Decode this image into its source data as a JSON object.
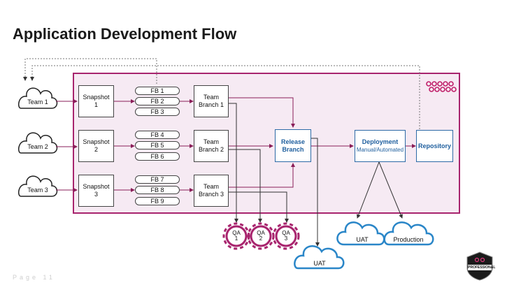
{
  "title": "Application Development Flow",
  "teams": [
    "Team 1",
    "Team 2",
    "Team 3"
  ],
  "snapshots": [
    {
      "line1": "Snapshot",
      "line2": "1"
    },
    {
      "line1": "Snapshot",
      "line2": "2"
    },
    {
      "line1": "Snapshot",
      "line2": "3"
    }
  ],
  "feature_branches": [
    [
      "FB 1",
      "FB 2",
      "FB 3"
    ],
    [
      "FB 4",
      "FB 5",
      "FB 6"
    ],
    [
      "FB 7",
      "FB 8",
      "FB 9"
    ]
  ],
  "team_branches": [
    {
      "line1": "Team",
      "line2": "Branch 1"
    },
    {
      "line1": "Team",
      "line2": "Branch 2"
    },
    {
      "line1": "Team",
      "line2": "Branch 3"
    }
  ],
  "release": {
    "line1": "Release",
    "line2": "Branch"
  },
  "deployment": {
    "title": "Deployment",
    "subtitle": "Manual/Automated"
  },
  "repository": "Repository",
  "qa": [
    {
      "line1": "QA",
      "line2": "1"
    },
    {
      "line1": "QA",
      "line2": "2"
    },
    {
      "line1": "QA",
      "line2": "3"
    }
  ],
  "uat_bottom": "UAT",
  "uat_right": "UAT",
  "production": "Production",
  "footer": "Page 11",
  "badge_text": "PROFESSIONAL",
  "colors": {
    "accent": "#a8246e",
    "blue": "#2d6aa6",
    "panel": "#f6eaf3"
  }
}
